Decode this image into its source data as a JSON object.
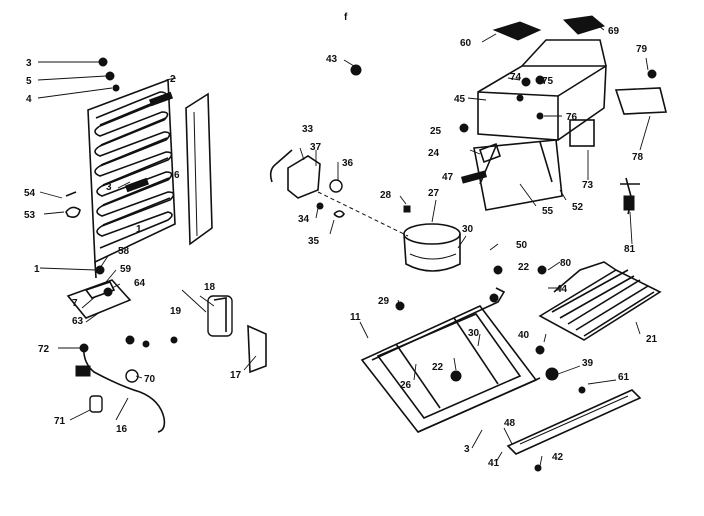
{
  "labels": {
    "l3a": "3",
    "l5": "5",
    "l4": "4",
    "l2": "2",
    "l6": "6",
    "l3b": "3",
    "l54": "54",
    "l53": "53",
    "l1a": "1",
    "l1b": "1",
    "l58": "58",
    "l59": "59",
    "l64": "64",
    "l7": "7",
    "l63": "63",
    "l72": "72",
    "l70": "70",
    "l71": "71",
    "l16": "16",
    "l19": "19",
    "l18": "18",
    "l17": "17",
    "l33": "33",
    "l37": "37",
    "l36": "36",
    "l34": "34",
    "l35": "35",
    "l43": "43",
    "l60": "60",
    "l69": "69",
    "l79": "79",
    "l45": "45",
    "l74": "74",
    "l75": "75",
    "l76": "76",
    "l25": "25",
    "l24": "24",
    "l47": "47",
    "l55": "55",
    "l52": "52",
    "l73": "73",
    "l78": "78",
    "l81": "81",
    "l28": "28",
    "l27": "27",
    "l30a": "30",
    "l50": "50",
    "l22a": "22",
    "l80": "80",
    "l44": "44",
    "l21": "21",
    "l29": "29",
    "l11": "11",
    "l30b": "30",
    "l22b": "22",
    "l26": "26",
    "l40": "40",
    "l39": "39",
    "l61": "61",
    "l3c": "3",
    "l48": "48",
    "l41": "41",
    "l42": "42",
    "lf": "f"
  }
}
